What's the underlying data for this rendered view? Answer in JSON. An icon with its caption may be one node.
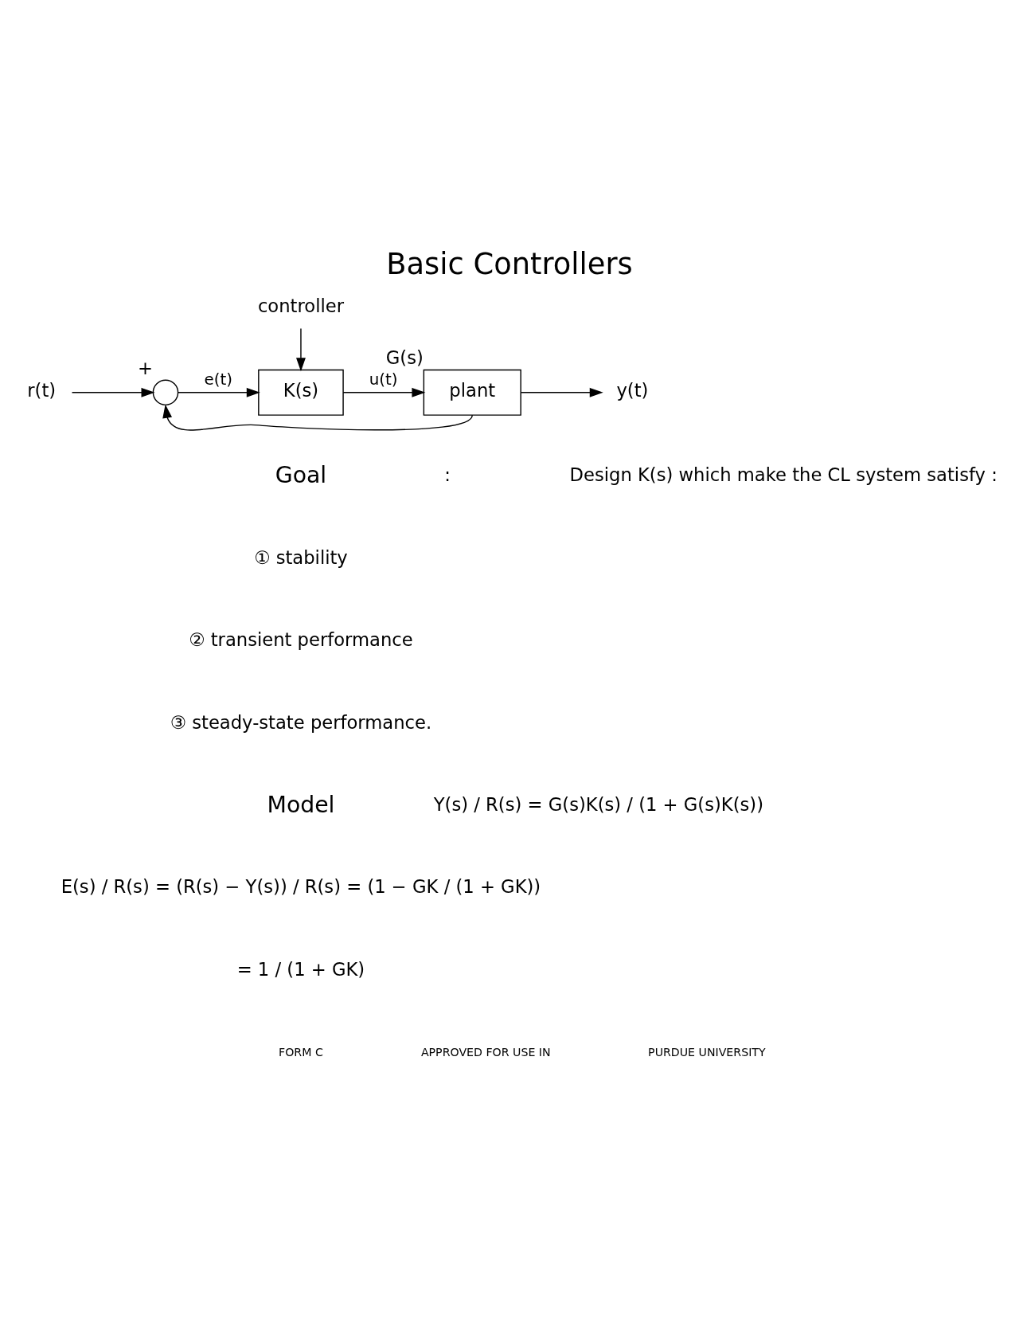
{
  "diagram": {
    "title": "Basic Controllers",
    "nodes": [
      {
        "text": [
          "r(t)"
        ]
      },
      {
        "text": [],
        "shape": "circle",
        "beside": [
          "+"
        ]
      },
      {
        "text": [
          "K(s)"
        ]
      },
      {
        "text": [
          "plant"
        ],
        "beside": [
          "G(s)"
        ]
      },
      {
        "text": [
          "y(t)"
        ]
      },
      {
        "text": [
          "controller"
        ]
      }
    ],
    "edges": [
      {
        "from": 0,
        "to": 1,
        "arrow": "to"
      },
      {
        "from": 1,
        "to": 2,
        "arrow": "to",
        "label": "e(t)"
      },
      {
        "from": 2,
        "to": 3,
        "arrow": "to",
        "label": "u(t)"
      },
      {
        "from": 3,
        "to": 4,
        "arrow": "to"
      },
      {
        "from": 3,
        "to": 1,
        "arrow": "to"
      },
      {
        "from": 5,
        "to": 2,
        "arrow": "to"
      }
    ],
    "labels": [
      "Goal",
      ":",
      "Design K(s) which make the CL system satisfy :",
      "① stability",
      "② transient performance",
      "③ steady-state performance.",
      "Model",
      "Y(s) / R(s) = G(s)K(s) / (1 + G(s)K(s))",
      "E(s) / R(s) = (R(s) − Y(s)) / R(s) = (1 − GK / (1 + GK))",
      "= 1 / (1 + GK)",
      "FORM C",
      "APPROVED FOR USE IN",
      "PURDUE UNIVERSITY"
    ]
  }
}
